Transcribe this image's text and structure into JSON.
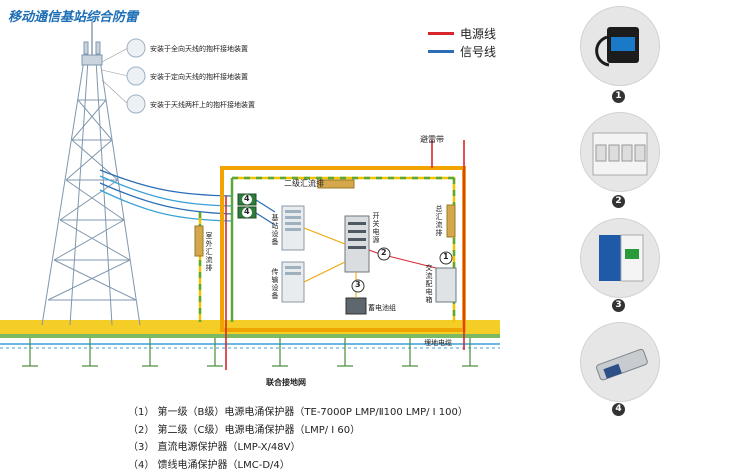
{
  "title": "移动通信基站综合防雷",
  "legend": {
    "power_line": "电源线",
    "signal_line": "信号线",
    "power_color": "#d7262c",
    "signal_color": "#2c6db6"
  },
  "antenna_notes": [
    "安装于全向天线的抱杆接地装置",
    "安装于定向天线的抱杆接地装置",
    "安装于天线两杆上的抱杆接地装置"
  ],
  "labels": {
    "lightning_band": "避雷带",
    "level2_busbar": "二级汇流排",
    "outdoor_busbar": "室外汇流排",
    "main_busbar": "总汇流排",
    "base_station": "基站设备",
    "transmission": "传输设备",
    "switch_power": "开关电源",
    "ac_distribution": "交流配电箱",
    "battery": "蓄电池组",
    "buried_cable": "埋地电缆",
    "ground_network": "联合接地网"
  },
  "markers": [
    "1",
    "2",
    "3",
    "4"
  ],
  "notes": [
    "（1） 第一级（B级）电源电涌保护器（TE-7000P  LMP/Ⅱ100  LMP/ I 100）",
    "（2） 第二级（C级）电源电涌保护器（LMP/ I 60）",
    "（3） 直流电源保护器（LMP-X/48V）",
    "（4） 馈线电涌保护器（LMC-D/4）"
  ],
  "products": [
    "1",
    "2",
    "3",
    "4"
  ],
  "colors": {
    "ground_yellow": "#f2c400",
    "ground_green": "#5aa83c",
    "tower": "#8aa2b8",
    "orange_band": "#f0a400"
  }
}
